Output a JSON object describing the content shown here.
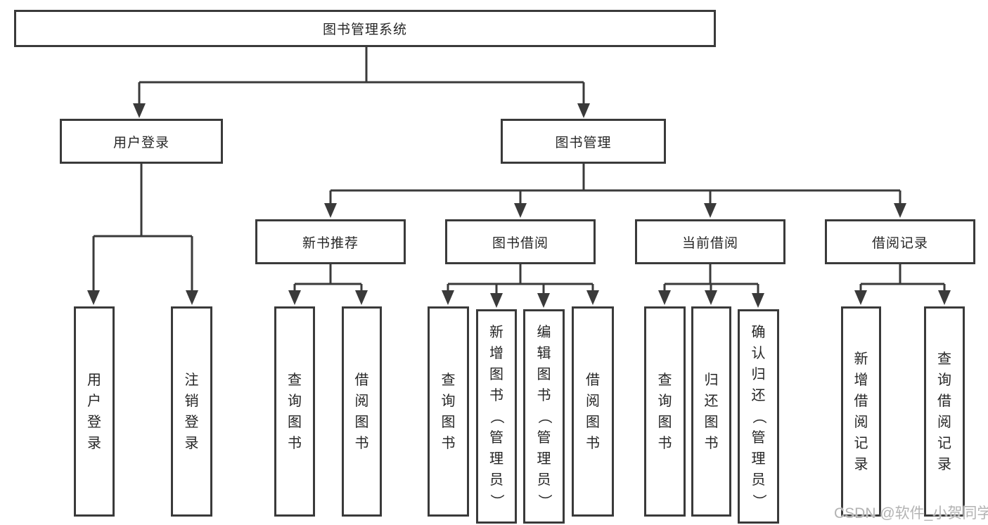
{
  "colors": {
    "background": "#ffffff",
    "line": "#3a3a3a",
    "box_border": "#3a3a3a",
    "text": "#262626",
    "watermark": "#b3b3b3"
  },
  "watermark": "CSDN @软件_小贺同学",
  "tree": {
    "root": {
      "label": "图书管理系统"
    },
    "branches": [
      {
        "label": "用户登录",
        "children": [
          {
            "label": "用户登录"
          },
          {
            "label": "注销登录"
          }
        ]
      },
      {
        "label": "图书管理",
        "children": [
          {
            "label": "新书推荐",
            "children": [
              {
                "label": "查询图书"
              },
              {
                "label": "借阅图书"
              }
            ]
          },
          {
            "label": "图书借阅",
            "children": [
              {
                "label": "查询图书"
              },
              {
                "label": "新增图书（管理员）"
              },
              {
                "label": "编辑图书（管理员）"
              },
              {
                "label": "借阅图书"
              }
            ]
          },
          {
            "label": "当前借阅",
            "children": [
              {
                "label": "查询图书"
              },
              {
                "label": "归还图书"
              },
              {
                "label": "确认归还（管理员）"
              }
            ]
          },
          {
            "label": "借阅记录",
            "children": [
              {
                "label": "新增借阅记录"
              },
              {
                "label": "查询借阅记录"
              }
            ]
          }
        ]
      }
    ]
  }
}
